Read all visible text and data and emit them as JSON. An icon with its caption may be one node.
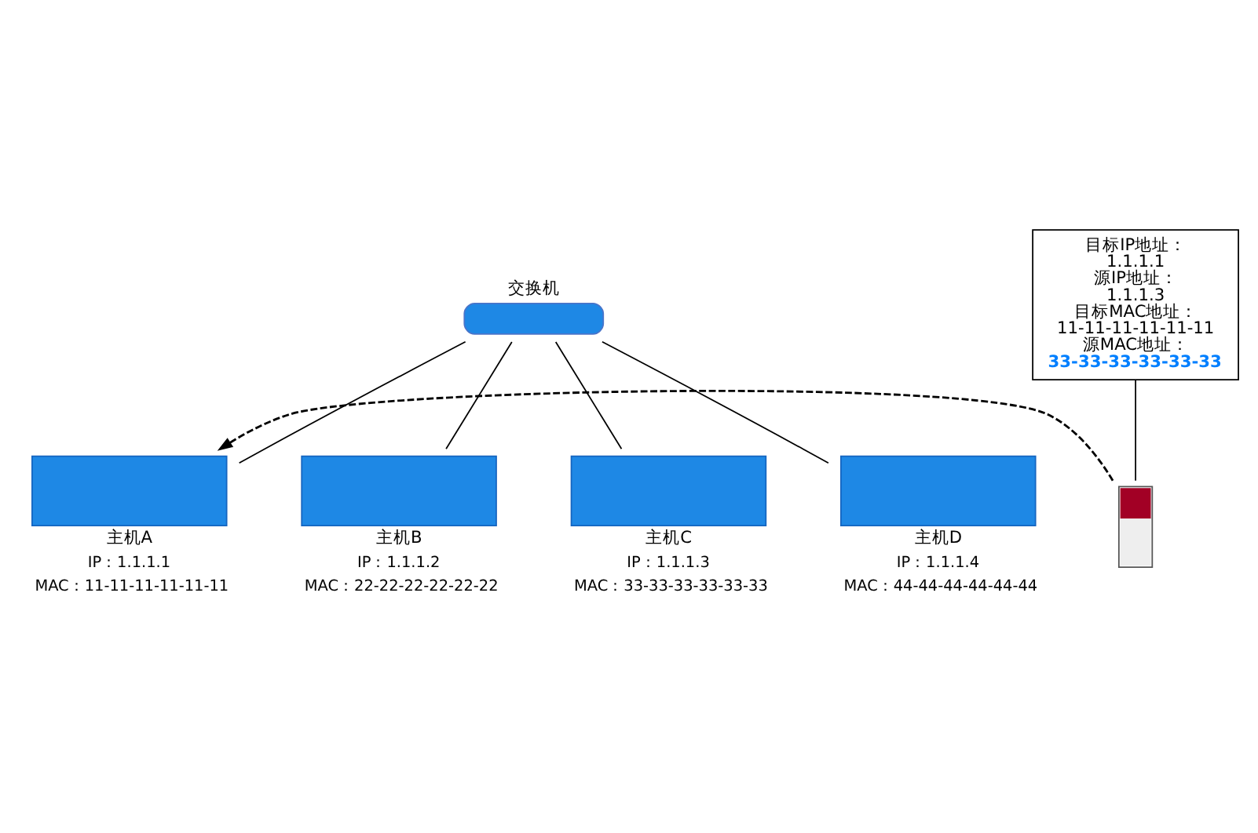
{
  "diagram": {
    "nodes": [
      {
        "text": [
          "交换机"
        ]
      },
      {
        "text": [
          "主机A"
        ],
        "beside": [
          "IP：1.1.1.1",
          "MAC：11-11-11-11-11-11"
        ]
      },
      {
        "text": [
          "主机B"
        ],
        "beside": [
          "IP：1.1.1.2",
          "MAC：22-22-22-22-22-22"
        ]
      },
      {
        "text": [
          "主机C"
        ],
        "beside": [
          "IP：1.1.1.3",
          "MAC：33-33-33-33-33-33"
        ]
      },
      {
        "text": [
          "主机D"
        ],
        "beside": [
          "IP：1.1.1.4",
          "MAC：44-44-44-44-44-44"
        ]
      },
      {
        "text": [
          "目标IP地址：",
          "1.1.1.1",
          "源IP地址：",
          "1.1.1.3",
          "目标MAC地址：",
          "11-11-11-11-11-11",
          "源MAC地址：",
          "**33-33-33-33-33-33**"
        ]
      },
      {
        "text": [],
        "shape": "picture"
      }
    ],
    "edges": [
      {
        "from": 0,
        "to": 1,
        "arrow": "none"
      },
      {
        "from": 0,
        "to": 2,
        "arrow": "none"
      },
      {
        "from": 0,
        "to": 3,
        "arrow": "none"
      },
      {
        "from": 0,
        "to": 4,
        "arrow": "none"
      },
      {
        "from": 6,
        "to": 1,
        "arrow": "to",
        "style": "dashed"
      },
      {
        "from": 5,
        "to": 6,
        "arrow": "none"
      }
    ]
  }
}
